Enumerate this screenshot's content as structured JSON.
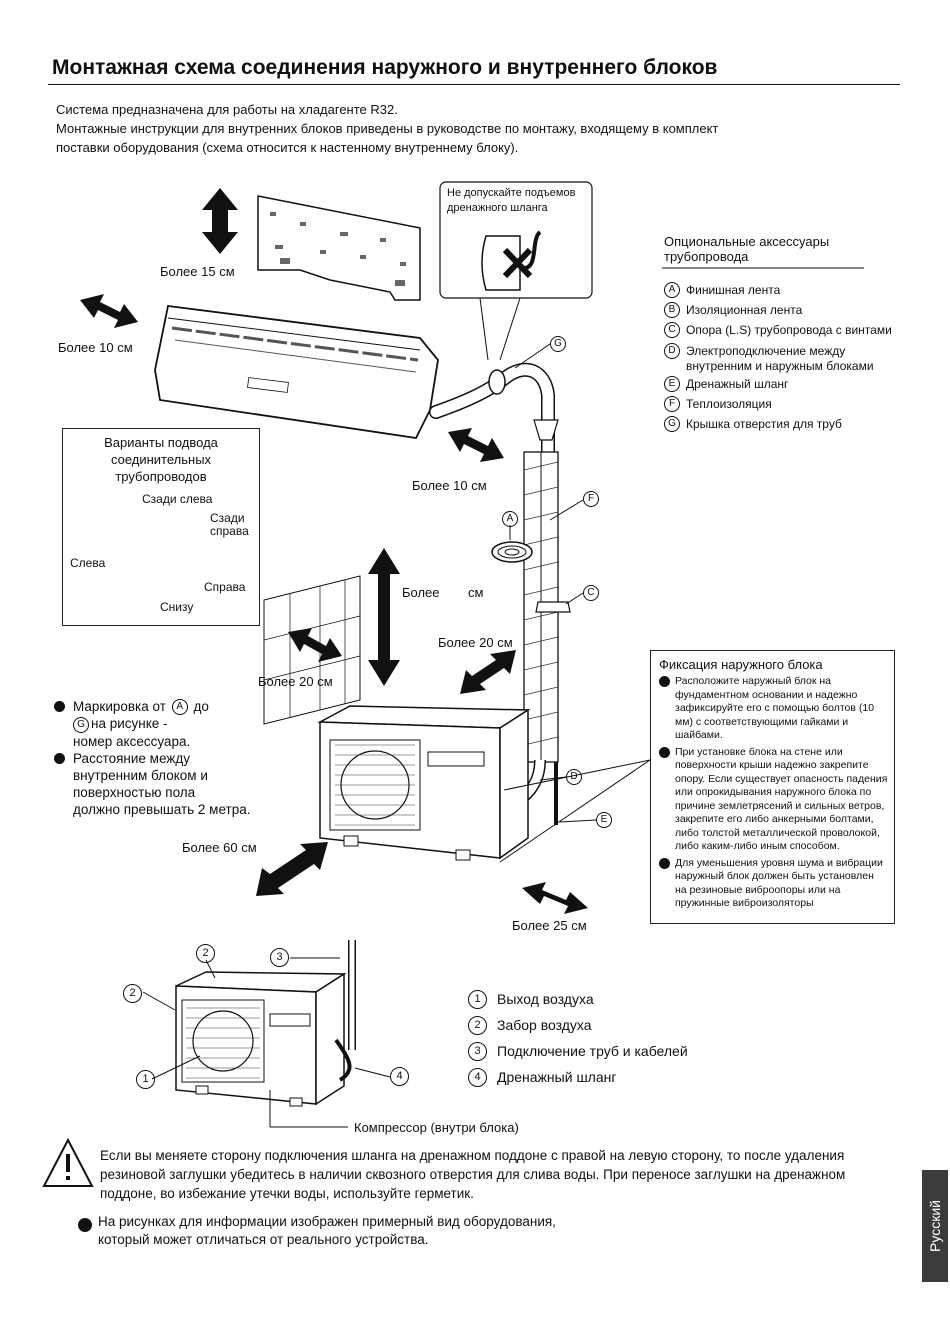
{
  "page": {
    "title": "Монтажная схема соединения наружного и внутреннего блоков",
    "intro_line1": "Система предназначена для работы на хладагенте R32.",
    "intro_line2": "Монтажные инструкции для внутренних блоков приведены в руководстве по монтажу, входящему в комплект",
    "intro_line3": "поставки оборудования (схема относится к настенному внутреннему блоку)."
  },
  "clearances": {
    "top": "Более 15  см",
    "left_indoor": "Более 10 см",
    "right_indoor": "Более 10 см",
    "height": "Более",
    "height_unit": "см",
    "wall_left": "Более 20 см",
    "front_right": "Более 20 см",
    "front": "Более 60 см",
    "side_right": "Более 25 см"
  },
  "drain_warning": {
    "line1": "Не допускайте подъемов",
    "line2": "дренажного шланга"
  },
  "accessories": {
    "heading_line1": "Опциональные аксессуары",
    "heading_line2": "трубопровода",
    "items": [
      {
        "letter": "A",
        "text": "Финишная лента"
      },
      {
        "letter": "B",
        "text": "Изоляционная лента"
      },
      {
        "letter": "C",
        "text": "Опора (L.S) трубопровода с винтами"
      },
      {
        "letter": "D",
        "text": "Электроподключение между"
      },
      {
        "letter": "",
        "text": "внутренним и наружным блоками"
      },
      {
        "letter": "E",
        "text": "Дренажный шланг"
      },
      {
        "letter": "F",
        "text": "Теплоизоляция"
      },
      {
        "letter": "G",
        "text": "Крышка отверстия для труб"
      }
    ]
  },
  "diagram_callouts": {
    "g": "G",
    "a": "A",
    "f": "F",
    "c": "C",
    "d": "D",
    "e": "E"
  },
  "pipe_options": {
    "title_line1": "Варианты подвода",
    "title_line2": "соединительных",
    "title_line3": "трубопроводов",
    "back_left": "Сзади слева",
    "back_right_1": "Сзади",
    "back_right_2": "справа",
    "left": "Слева",
    "right": "Справа",
    "bottom": "Снизу"
  },
  "notes": {
    "n1_a": "Маркировка от",
    "n1_letter_a": "A",
    "n1_b": "до",
    "n1_letter_g": "G",
    "n1_c": "на рисунке -",
    "n1_d": "номер аксессуара.",
    "n2_a": "Расстояние между",
    "n2_b": "внутренним блоком и",
    "n2_c": "поверхностью пола",
    "n2_d": "должно превышать 2 метра."
  },
  "fixing": {
    "title": "Фиксация наружного блока",
    "items": [
      "Расположите наружный блок на фундаментном основании и надежно зафиксируйте его с помощью  болтов (10 мм) с соответствующими гайками и шайбами.",
      "При установке блока на стене или поверхности крыши надежно закрепите опору. Если существует опасность падения или опрокидывания наружного блока по причине землетрясений и сильных ветров, закрепите его либо анкерными болтами, либо толстой металлической проволокой, либо каким-либо иным способом.",
      "Для уменьшения уровня шума и вибрации наружный блок должен быть установлен на резиновые виброопоры или на пружинные виброизоляторы"
    ]
  },
  "outdoor_parts": {
    "callouts": [
      "1",
      "2",
      "2",
      "3",
      "4"
    ],
    "items": [
      {
        "num": "1",
        "text": "Выход воздуха"
      },
      {
        "num": "2",
        "text": "Забор воздуха"
      },
      {
        "num": "3",
        "text": "Подключение труб и кабелей"
      },
      {
        "num": "4",
        "text": "Дренажный шланг"
      }
    ],
    "compressor": "Компрессор (внутри блока)"
  },
  "warning": {
    "line1": "Если вы меняете сторону подключения шланга на дренажном поддоне с правой на левую сторону, то после удаления",
    "line2": "резиновой заглушки убедитесь в наличии сквозного отверстия для слива воды. При переносе заглушки на дренажном",
    "line3": "поддоне, во избежание утечки воды, используйте герметик."
  },
  "footnote": {
    "line1": "На рисунках для информации изображен примерный вид оборудования,",
    "line2": "который может отличаться от реального устройства."
  },
  "language_tab": "Русский"
}
